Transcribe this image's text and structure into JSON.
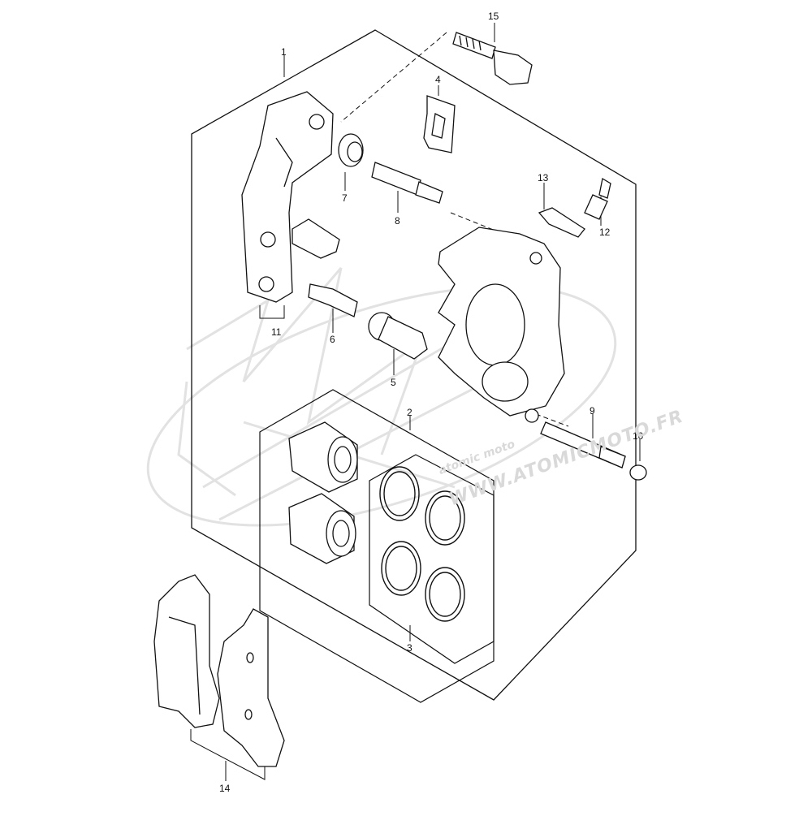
{
  "callouts": [
    {
      "id": "1",
      "label": "1"
    },
    {
      "id": "2",
      "label": "2"
    },
    {
      "id": "3",
      "label": "3"
    },
    {
      "id": "4",
      "label": "4"
    },
    {
      "id": "5",
      "label": "5"
    },
    {
      "id": "6",
      "label": "6"
    },
    {
      "id": "7",
      "label": "7"
    },
    {
      "id": "8",
      "label": "8"
    },
    {
      "id": "9",
      "label": "9"
    },
    {
      "id": "10",
      "label": "10"
    },
    {
      "id": "11",
      "label": "11"
    },
    {
      "id": "12",
      "label": "12"
    },
    {
      "id": "13",
      "label": "13"
    },
    {
      "id": "14",
      "label": "14"
    },
    {
      "id": "15",
      "label": "15"
    }
  ],
  "watermark": {
    "brand": "atomic moto",
    "url": "WWW.ATOMICMOTO.FR",
    "color": "#d9d9d9"
  }
}
